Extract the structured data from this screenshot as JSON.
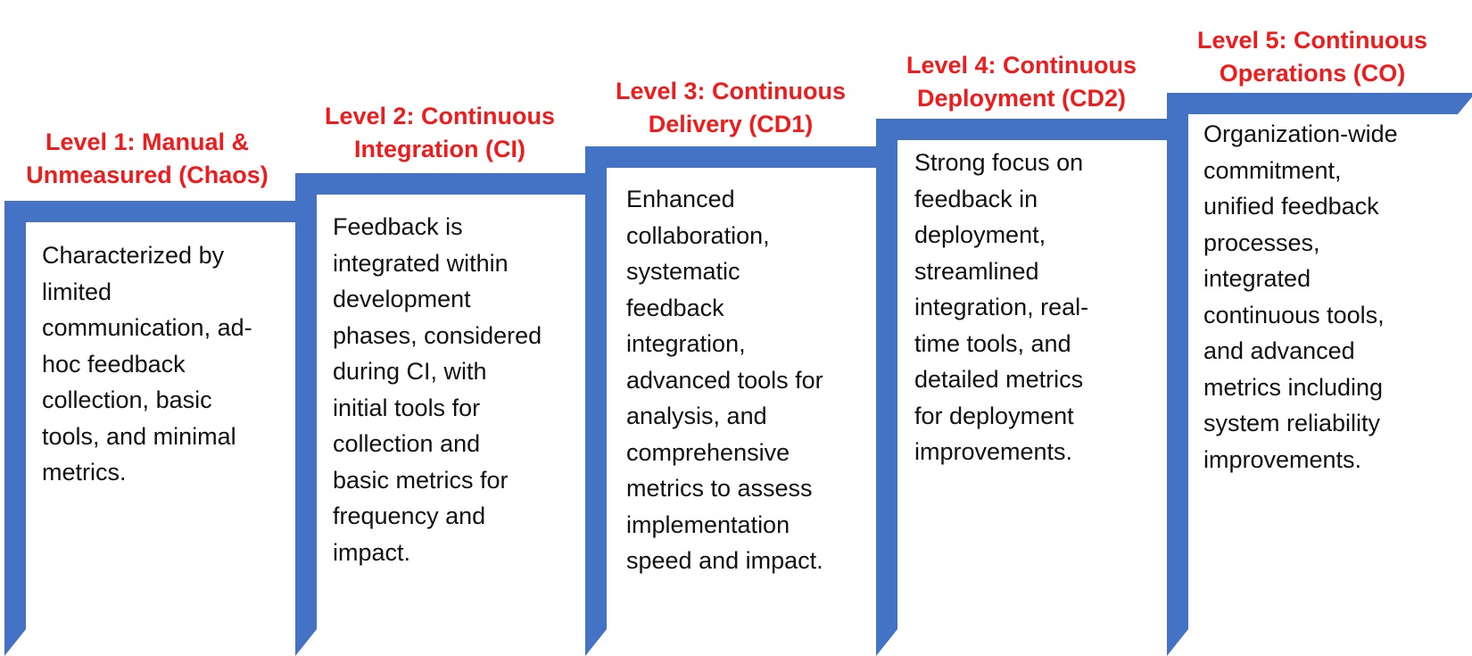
{
  "diagram": {
    "accent_color": "#4472c4",
    "title_color": "#ee1c1c",
    "text_color": "#111111",
    "steps": [
      {
        "title_lines": [
          "Level 1: Manual &",
          "Unmeasured (Chaos)"
        ],
        "desc_lines": [
          "Characterized by",
          "limited",
          "communication, ad-",
          "hoc feedback",
          "collection, basic",
          "tools, and minimal",
          "metrics."
        ]
      },
      {
        "title_lines": [
          "Level 2: Continuous",
          "Integration (CI)"
        ],
        "desc_lines": [
          "Feedback is",
          "integrated within",
          "development",
          "phases, considered",
          "during CI, with",
          "initial tools for",
          "collection and",
          "basic metrics for",
          "frequency and",
          "impact."
        ]
      },
      {
        "title_lines": [
          "Level 3: Continuous",
          "Delivery (CD1)"
        ],
        "desc_lines": [
          "Enhanced",
          "collaboration,",
          "systematic",
          "feedback",
          "integration,",
          "advanced tools for",
          "analysis, and",
          "comprehensive",
          "metrics to assess",
          "implementation",
          "speed and impact."
        ]
      },
      {
        "title_lines": [
          "Level 4: Continuous",
          "Deployment (CD2)"
        ],
        "desc_lines": [
          "Strong focus on",
          "feedback in",
          "deployment,",
          "streamlined",
          "integration, real-",
          "time tools, and",
          "detailed metrics",
          "for deployment",
          "improvements."
        ]
      },
      {
        "title_lines": [
          "Level 5: Continuous",
          "Operations (CO)"
        ],
        "desc_lines": [
          "Organization-wide",
          "commitment,",
          "unified feedback",
          "processes,",
          "integrated",
          "continuous tools,",
          "and advanced",
          "metrics including",
          "system reliability",
          "improvements."
        ]
      }
    ]
  }
}
